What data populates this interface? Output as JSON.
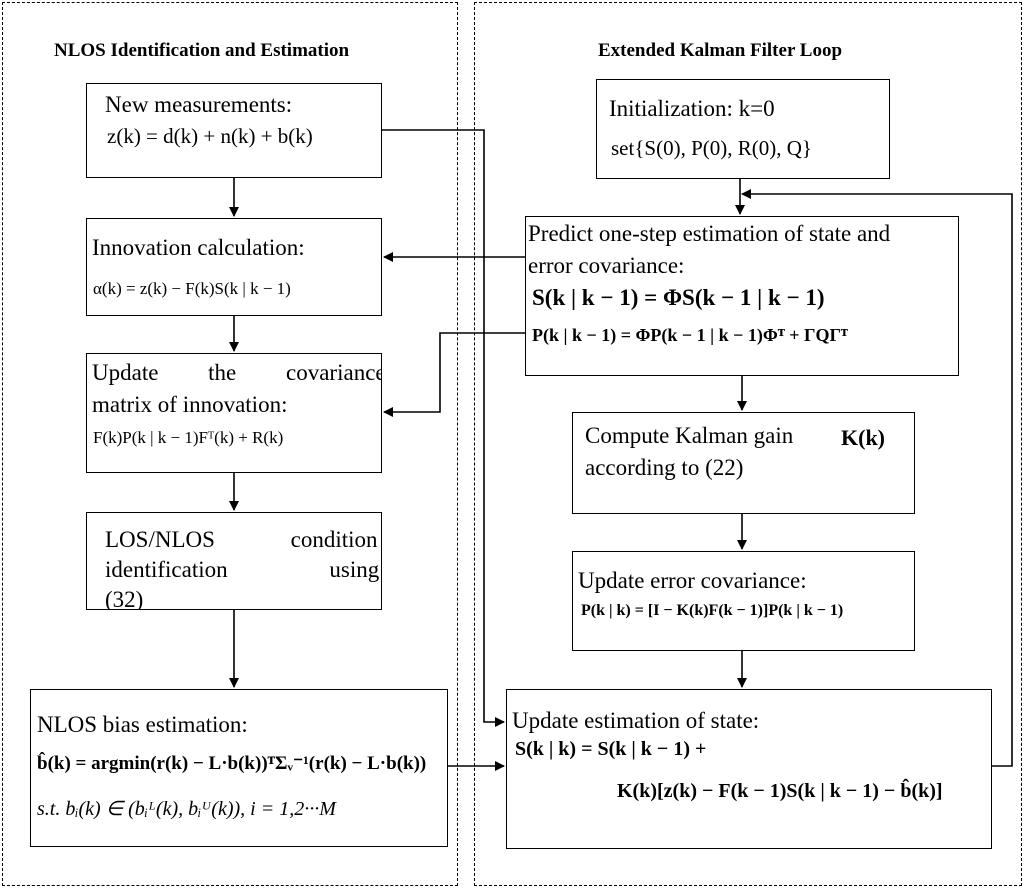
{
  "left_panel": {
    "title": "NLOS Identification and Estimation",
    "new_meas": {
      "title": "New measurements:",
      "eq": "z(k) = d(k) + n(k) + b(k)"
    },
    "innovation": {
      "title": "Innovation calculation:",
      "eq": "α(k) = z(k) − F(k)S(k | k − 1)"
    },
    "update_cov": {
      "line1": "Update the covariance",
      "line2": "matrix of innovation:",
      "eq": "F(k)P(k | k − 1)Fᵀ(k) + R(k)"
    },
    "los_nlos": {
      "line1": "LOS/NLOS condition",
      "line2": "identification using",
      "line3": "(32)"
    },
    "bias": {
      "title": "NLOS bias estimation:",
      "eq1": "b̂(k) = argmin(r(k) − L·b(k))ᵀΣᵥ⁻¹(r(k) − L·b(k))",
      "eq2": "s.t.  bᵢ(k) ∈ (bᵢᴸ(k), bᵢᵁ(k)),  i = 1,2···M"
    }
  },
  "right_panel": {
    "title": "Extended Kalman Filter Loop",
    "init": {
      "title": "Initialization: k=0",
      "eq": "set{S(0), P(0), R(0), Q}"
    },
    "predict": {
      "line1": "Predict one-step estimation of state and",
      "line2": "error covariance:",
      "eq1": "S(k | k − 1) = ΦS(k − 1 | k − 1)",
      "eq2": "P(k | k − 1) = ΦP(k − 1 | k − 1)Φᵀ + ΓQΓᵀ"
    },
    "gain": {
      "line1": "Compute Kalman gain",
      "symbol": "K(k)",
      "line2": "according to (22)"
    },
    "update_err": {
      "title": "Update error covariance:",
      "eq": "P(k | k) = [I − K(k)F(k − 1)]P(k | k − 1)"
    },
    "update_state": {
      "title": "Update estimation of state:",
      "eq1": "S(k | k) = S(k | k − 1) +",
      "eq2": "K(k)[z(k) − F(k − 1)S(k | k − 1) − b̂(k)]"
    }
  }
}
